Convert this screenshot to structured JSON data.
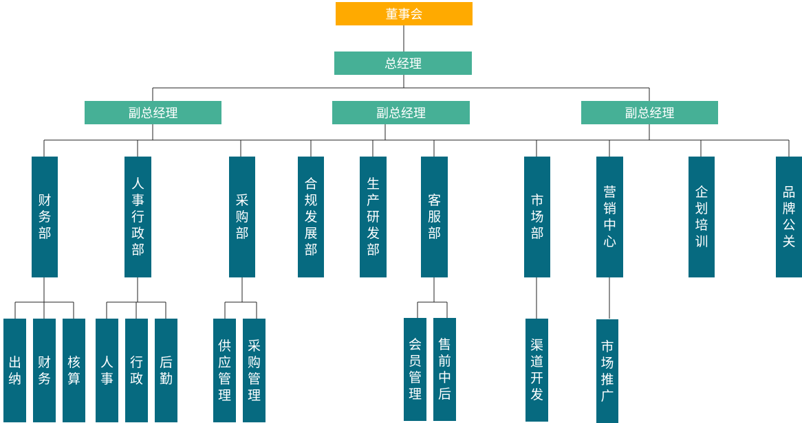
{
  "board": "董事会",
  "gm": "总经理",
  "vps": [
    "副总经理",
    "副总经理",
    "副总经理"
  ],
  "departments": [
    "财务部",
    "人事行政部",
    "采购部",
    "合规发展部",
    "生产研发部",
    "客服部",
    "市场部",
    "营销中心",
    "企划培训",
    "品牌公关"
  ],
  "sub_finance": [
    "出纳",
    "财务",
    "核算"
  ],
  "sub_hr": [
    "人事",
    "行政",
    "后勤"
  ],
  "sub_purchase": [
    "供应管理",
    "采购管理"
  ],
  "sub_service": [
    "会员管理",
    "售前中后"
  ],
  "sub_market": [
    "渠道开发"
  ],
  "sub_sales": [
    "市场推广"
  ],
  "colors": {
    "board": "#FFAA00",
    "manager": "#46B096",
    "department": "#066A80",
    "line": "#222222"
  }
}
